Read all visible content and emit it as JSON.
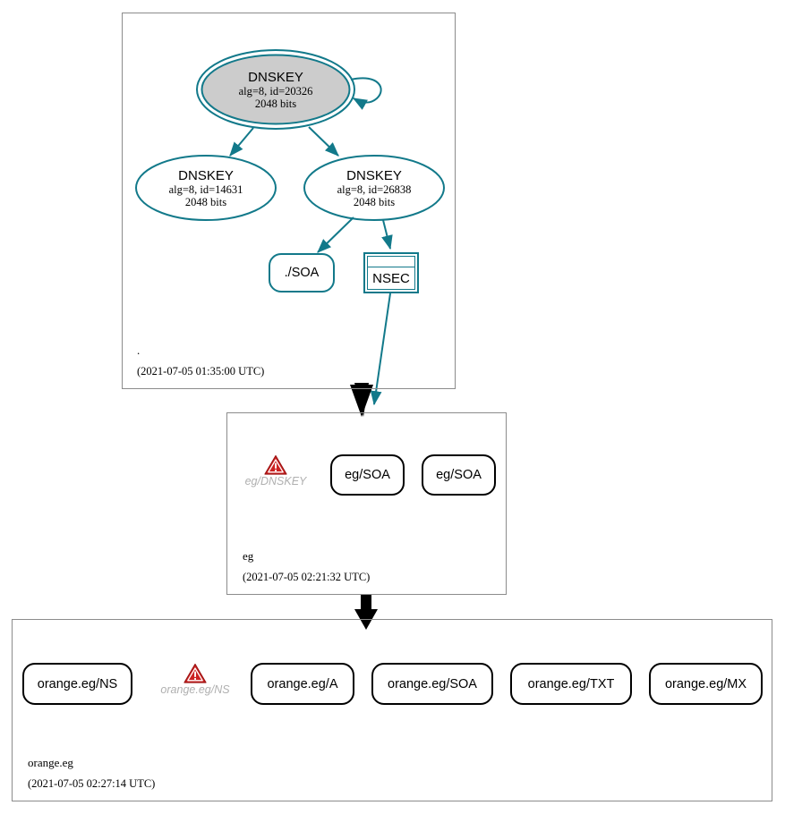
{
  "diagram": {
    "type": "dnssec-authentication-chain",
    "accent_teal": "#12798a",
    "warn_red": "#cc2222",
    "cluster_border": "#8c8c8c",
    "secure_key_fill": "#cccccc"
  },
  "zones": [
    {
      "id": "root",
      "name": ".",
      "timestamp": "(2021-07-05 01:35:00 UTC)"
    },
    {
      "id": "eg",
      "name": "eg",
      "timestamp": "(2021-07-05 02:21:32 UTC)"
    },
    {
      "id": "orange-eg",
      "name": "orange.eg",
      "timestamp": "(2021-07-05 02:27:14 UTC)"
    }
  ],
  "root_zone_nodes": {
    "ksk": {
      "title": "DNSKEY",
      "line2": "alg=8, id=20326",
      "line3": "2048 bits"
    },
    "zsk_left": {
      "title": "DNSKEY",
      "line2": "alg=8, id=14631",
      "line3": "2048 bits"
    },
    "zsk_right": {
      "title": "DNSKEY",
      "line2": "alg=8, id=26838",
      "line3": "2048 bits"
    },
    "soa": {
      "label": "./SOA"
    },
    "nsec": {
      "label": "NSEC"
    }
  },
  "eg_zone_nodes": [
    {
      "kind": "warning",
      "label": "eg/DNSKEY"
    },
    {
      "kind": "rr",
      "label": "eg/SOA"
    },
    {
      "kind": "rr",
      "label": "eg/SOA"
    }
  ],
  "orange_eg_zone_nodes": [
    {
      "kind": "rr",
      "label": "orange.eg/NS"
    },
    {
      "kind": "warning",
      "label": "orange.eg/NS"
    },
    {
      "kind": "rr",
      "label": "orange.eg/A"
    },
    {
      "kind": "rr",
      "label": "orange.eg/SOA"
    },
    {
      "kind": "rr",
      "label": "orange.eg/TXT"
    },
    {
      "kind": "rr",
      "label": "orange.eg/MX"
    }
  ],
  "icons": {
    "warning": "warning-triangle-icon",
    "delegation_arrow": "delegation-arrow-icon"
  }
}
